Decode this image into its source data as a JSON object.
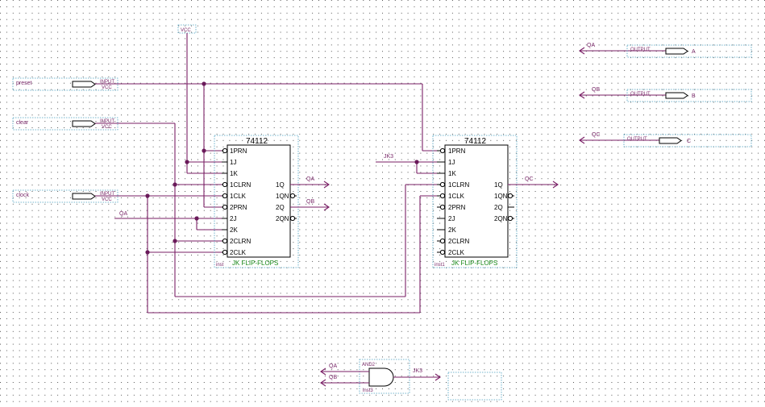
{
  "inputs": [
    {
      "name": "preset",
      "tag": "INPUT",
      "vcc": "VCC"
    },
    {
      "name": "clear",
      "tag": "INPUT",
      "vcc": "VCC"
    },
    {
      "name": "clock",
      "tag": "INPUT",
      "vcc": "VCC"
    }
  ],
  "vcc_label": "VCC",
  "outputs": [
    {
      "net": "QA",
      "tag": "OUTPUT",
      "name": "A"
    },
    {
      "net": "QB",
      "tag": "OUTPUT",
      "name": "B"
    },
    {
      "net": "QC",
      "tag": "OUTPUT",
      "name": "C"
    }
  ],
  "chip1": {
    "part": "74112",
    "pins_left": [
      "1PRN",
      "1J",
      "1K",
      "1CLRN",
      "1CLK",
      "2PRN",
      "2J",
      "2K",
      "2CLRN",
      "2CLK"
    ],
    "pins_right": [
      "1Q",
      "1QN",
      "2Q",
      "2QN"
    ],
    "inst": "inst",
    "family": "JK FLIP-FLOPS"
  },
  "chip2": {
    "part": "74112",
    "pins_left": [
      "1PRN",
      "1J",
      "1K",
      "1CLRN",
      "1CLK",
      "2PRN",
      "2J",
      "2K",
      "2CLRN",
      "2CLK"
    ],
    "pins_right": [
      "1Q",
      "1QN",
      "2Q",
      "2QN"
    ],
    "inst": "inst1",
    "family": "JK FLIP-FLOPS"
  },
  "gate": {
    "type": "AND2",
    "inst": "inst3",
    "in1": "QA",
    "in2": "QB",
    "out": "JK3"
  },
  "net_labels": {
    "qa_out": "QA",
    "qb_out": "QB",
    "qc_out": "QC",
    "qa_in": "QA",
    "jk3_in": "JK3"
  }
}
